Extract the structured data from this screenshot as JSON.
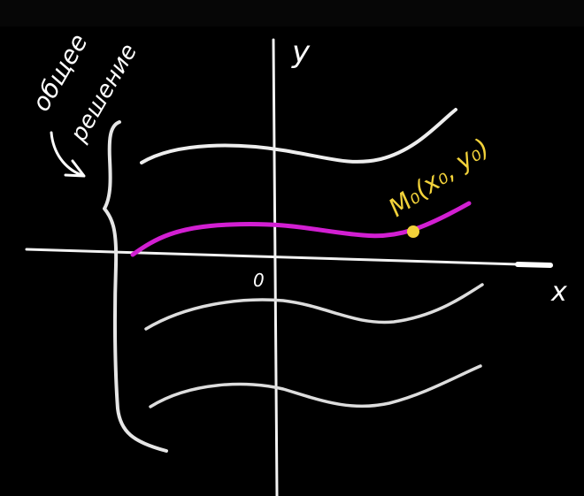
{
  "axes": {
    "y_label": "y",
    "x_label": "x",
    "origin_label": "0"
  },
  "annotation": {
    "line1": "общее",
    "line2": "решение"
  },
  "point": {
    "label": "M₀(x₀, y₀)"
  },
  "colors": {
    "background": "#000000",
    "chalk": "#e8e8e8",
    "highlight_curve": "#d21fd2",
    "point": "#f2d23a"
  }
}
